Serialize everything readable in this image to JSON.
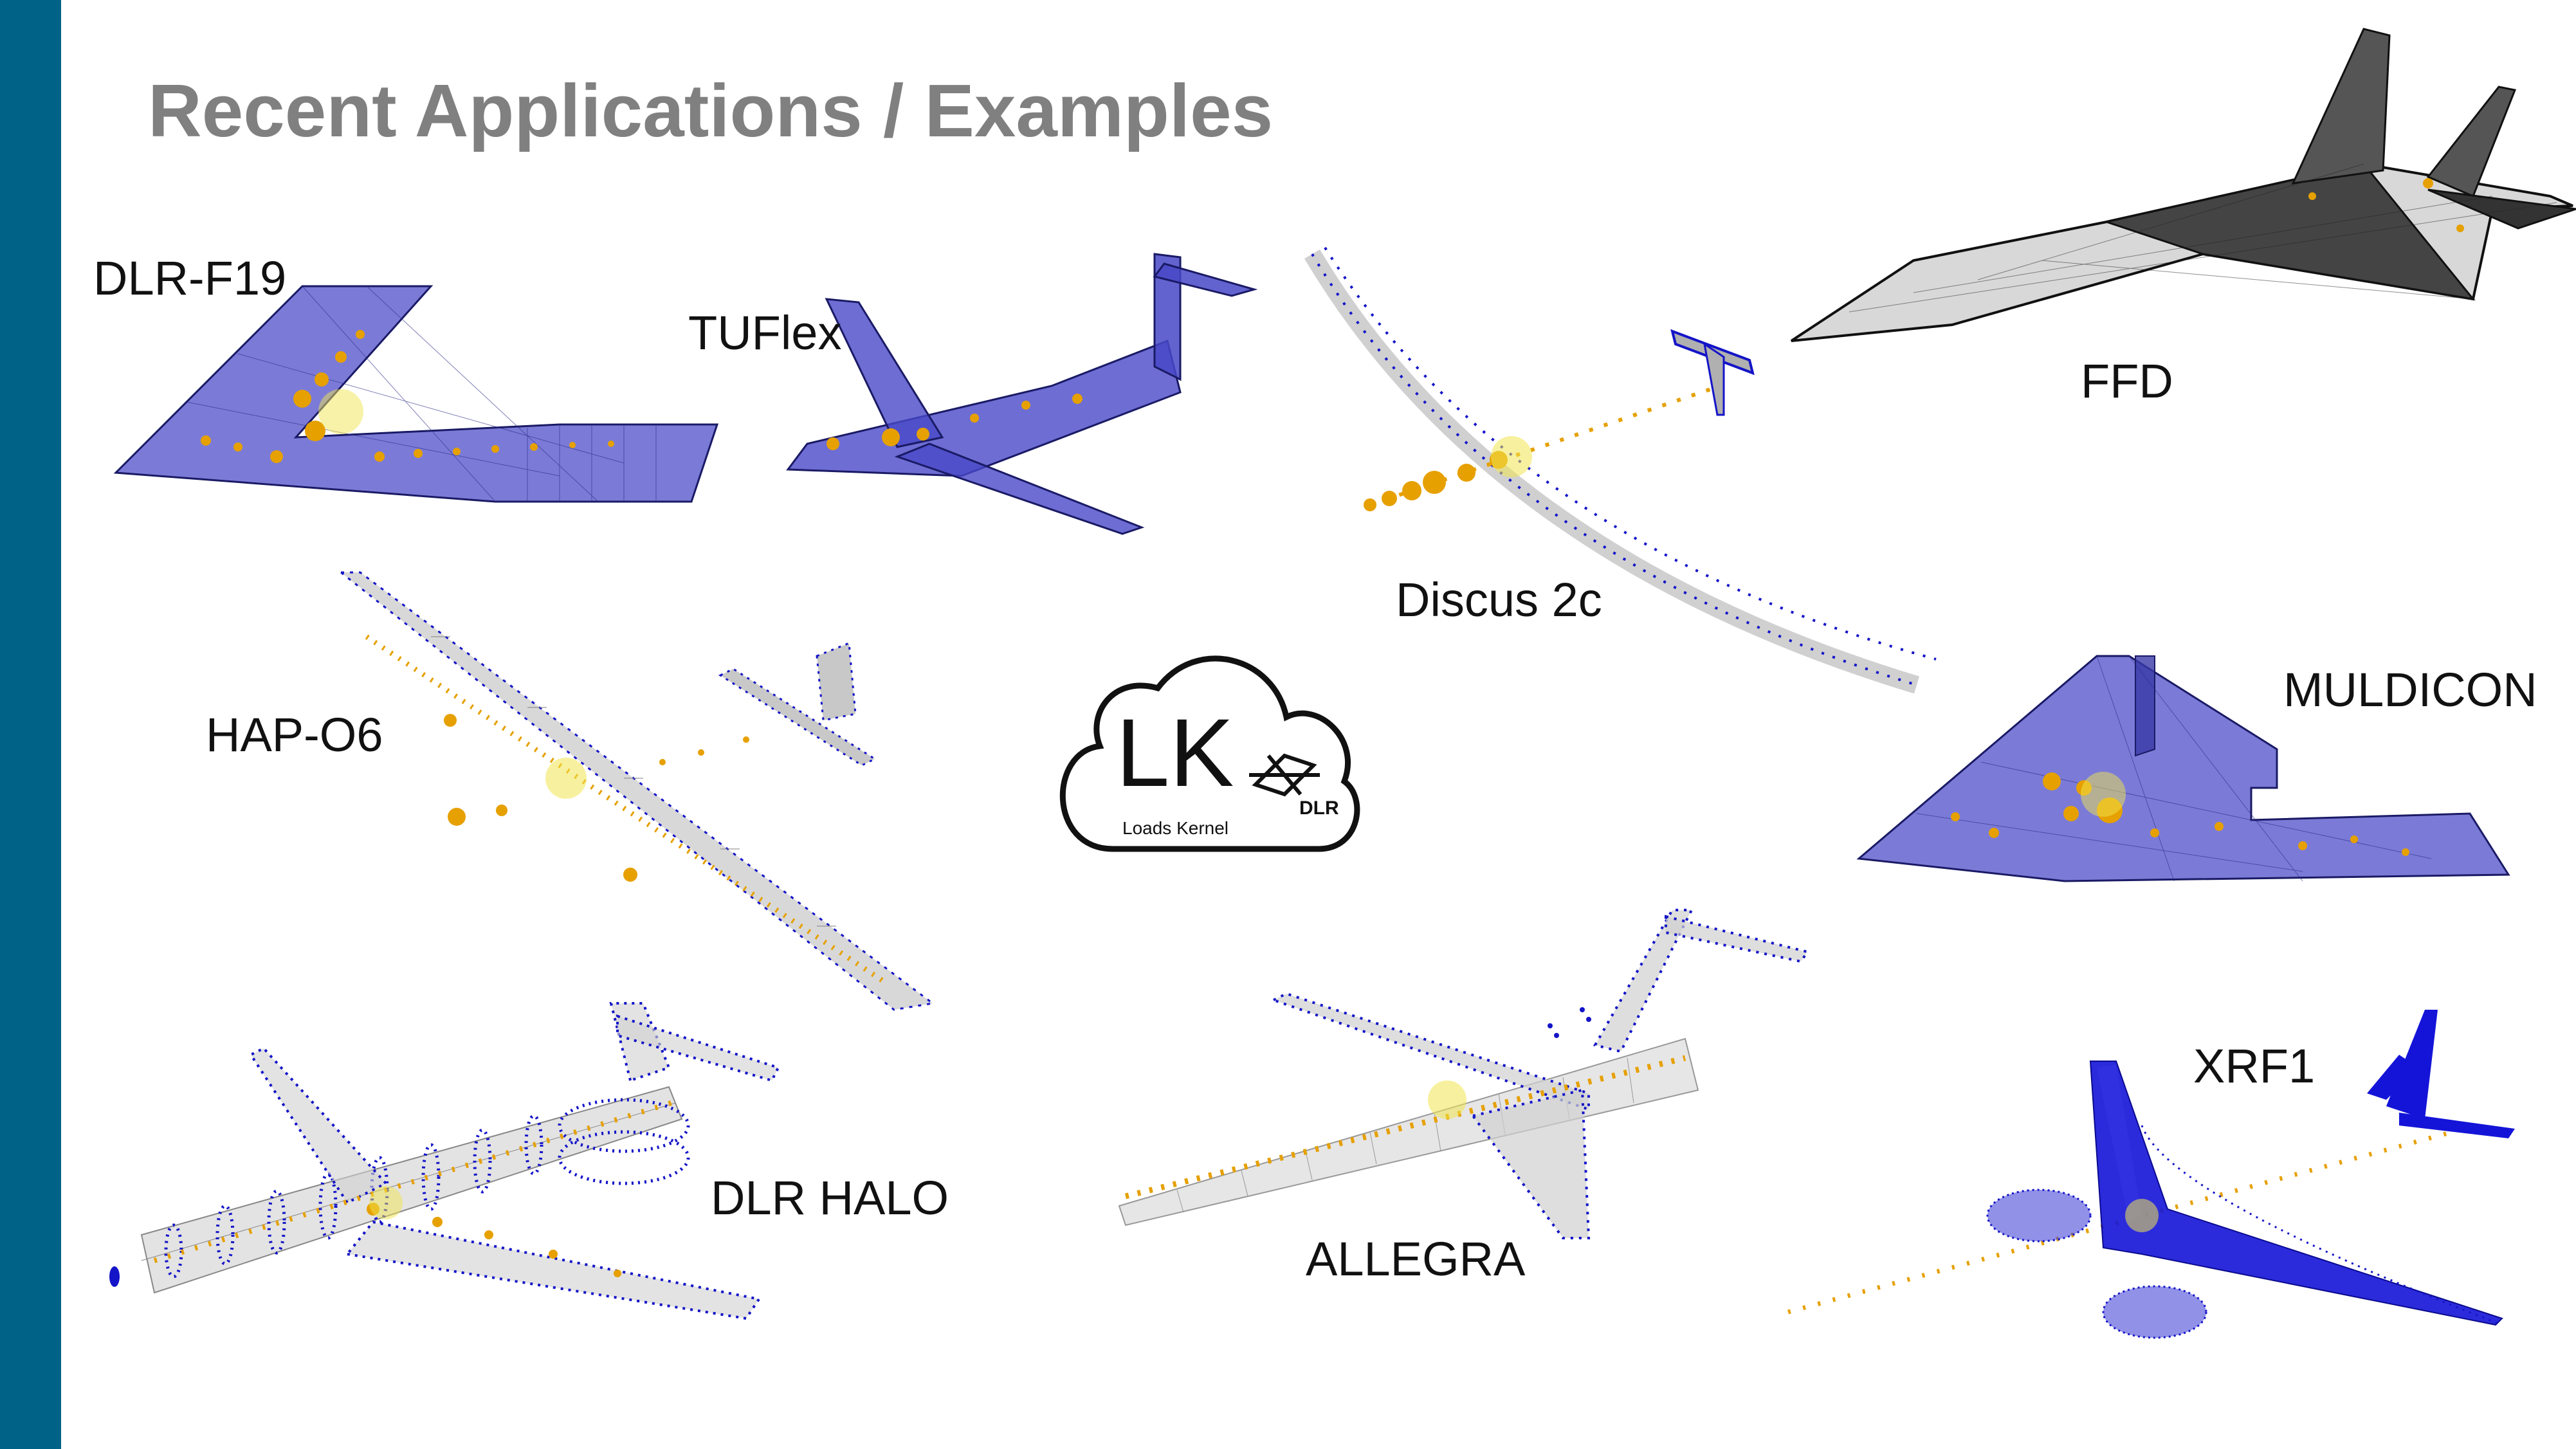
{
  "slide": {
    "title": "Recent Applications / Examples"
  },
  "colors": {
    "accent_bar": "#006286",
    "title": "#808080",
    "mesh_blue": "#3c3cd2",
    "node_blue": "#1414c8",
    "mass_orange": "#e6a000",
    "cg_yellow": "#f0e650",
    "grid_gray": "#9a9a9a"
  },
  "models": [
    {
      "id": "dlr-f19",
      "label": "DLR-F19"
    },
    {
      "id": "tuflex",
      "label": "TUFlex"
    },
    {
      "id": "discus-2c",
      "label": "Discus 2c"
    },
    {
      "id": "ffd",
      "label": "FFD"
    },
    {
      "id": "hap-o6",
      "label": "HAP-O6"
    },
    {
      "id": "muldicon",
      "label": "MULDICON"
    },
    {
      "id": "dlr-halo",
      "label": "DLR HALO"
    },
    {
      "id": "allegra",
      "label": "ALLEGRA"
    },
    {
      "id": "xrf1",
      "label": "XRF1"
    }
  ],
  "logo": {
    "mark": "LK",
    "name": "Loads Kernel",
    "partner": "DLR",
    "icon": "dlr-logo-icon"
  }
}
